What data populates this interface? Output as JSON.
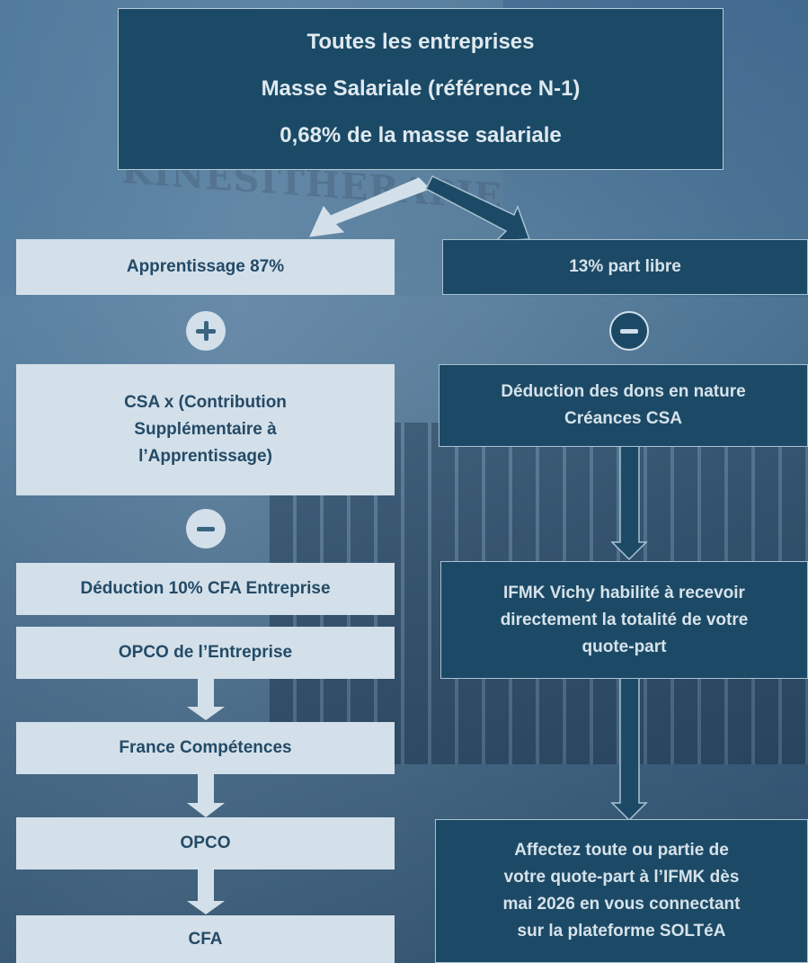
{
  "top": {
    "line1": "Toutes les entreprises",
    "line2": "Masse Salariale (référence N-1)",
    "line3": "0,68% de la masse salariale"
  },
  "left": {
    "apprentissage": "Apprentissage 87%",
    "plus_operator": "plus",
    "csa_line1": "CSA x (Contribution",
    "csa_line2": "Supplémentaire à",
    "csa_line3": "l’Apprentissage)",
    "minus_operator": "minus",
    "deduction": "Déduction 10% CFA Entreprise",
    "opco_entreprise": "OPCO de l’Entreprise",
    "france_competences": "France Compétences",
    "opco": "OPCO",
    "cfa": "CFA"
  },
  "right": {
    "part_libre": "13% part libre",
    "minus_operator": "minus",
    "dons_line1": "Déduction des dons en nature",
    "dons_line2": "Créances CSA",
    "ifmk_line1": "IFMK Vichy habilité à recevoir",
    "ifmk_line2": "directement la totalité de votre",
    "ifmk_line3": "quote-part",
    "affectez_line1": "Affectez toute ou partie de",
    "affectez_line2": "votre quote-part à l’IFMK dès",
    "affectez_line3": "mai 2026 en vous connectant",
    "affectez_line4": "sur la plateforme SOLTéA"
  },
  "colors": {
    "light_box": "#d3e0ea",
    "dark_box": "#1c4a66",
    "light_text": "#244a66",
    "dark_text": "#d6e2ea"
  }
}
